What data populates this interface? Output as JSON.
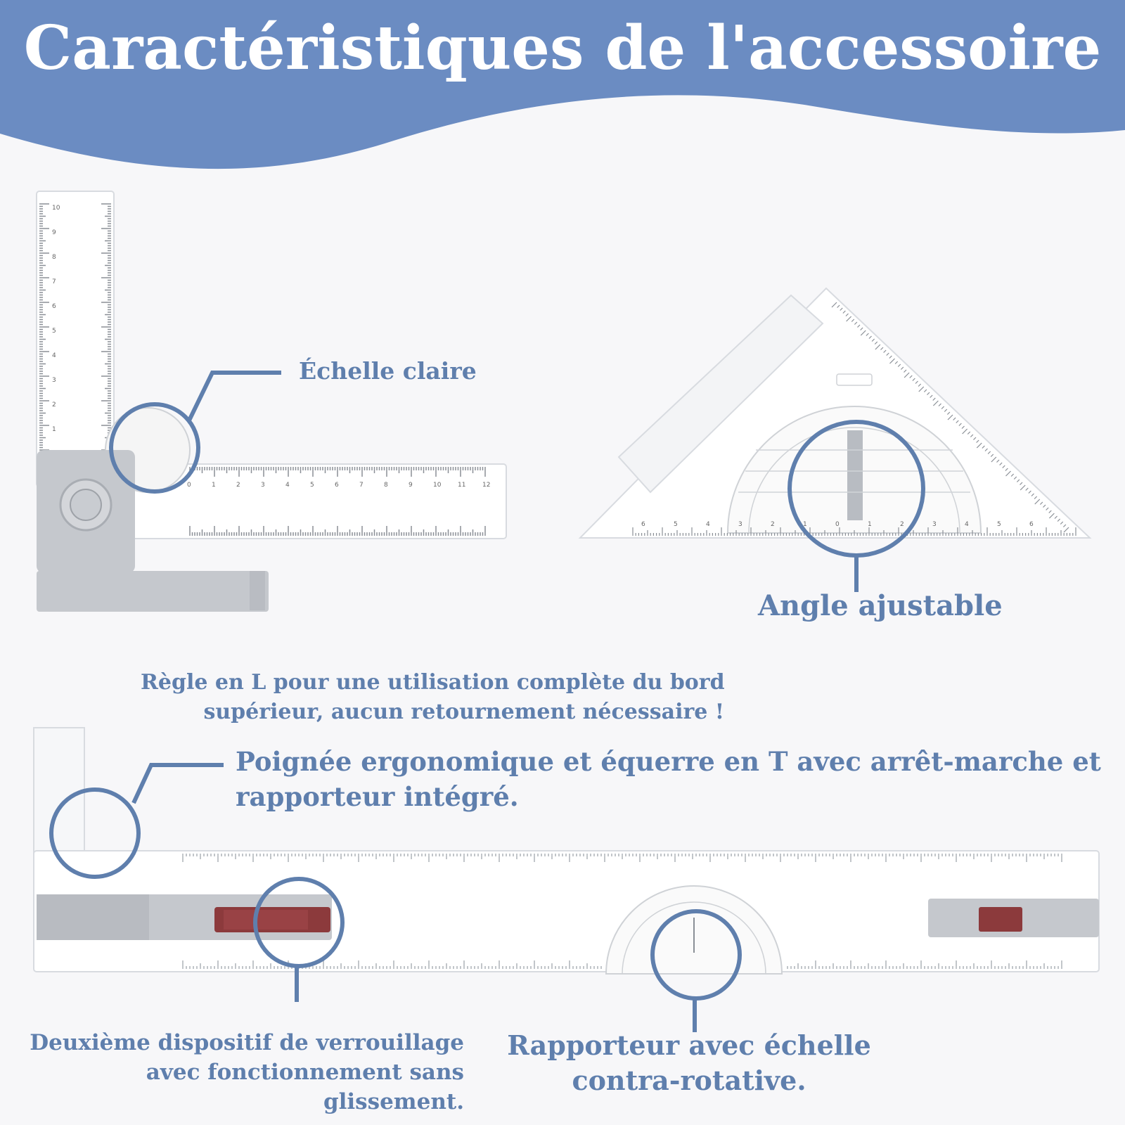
{
  "title": "Caractéristiques de l'accessoire",
  "colors": {
    "banner": "#6b8cc2",
    "accent": "#5f7fad",
    "ruler_gray": "#c5c8cd",
    "lock_red": "#8c3a3c"
  },
  "labels": {
    "clear_scale": "Échelle claire",
    "adjustable_angle": "Angle ajustable",
    "l_ruler_line1": "Règle en L pour une utilisation complète du bord",
    "l_ruler_line2": "supérieur, aucun retournement nécessaire !",
    "handle_line1": "Poignée ergonomique et équerre en T avec arrêt-marche et",
    "handle_line2": "rapporteur intégré.",
    "lock_line1": "Deuxième dispositif de verrouillage",
    "lock_line2": "avec fonctionnement sans",
    "lock_line3": "glissement.",
    "protractor_line1": "Rapporteur avec échelle",
    "protractor_line2": "contra-rotative."
  },
  "ruler_numbers": {
    "l_vertical": [
      "10",
      "9",
      "8",
      "7",
      "6",
      "5",
      "4",
      "3",
      "2",
      "1"
    ],
    "l_horizontal": [
      "0",
      "1",
      "2",
      "3",
      "4",
      "5",
      "6",
      "7",
      "8",
      "9",
      "10",
      "11",
      "12"
    ],
    "triangle_base": [
      "6",
      "5",
      "4",
      "3",
      "2",
      "1",
      "0",
      "1",
      "2",
      "3",
      "4",
      "5",
      "6"
    ]
  }
}
